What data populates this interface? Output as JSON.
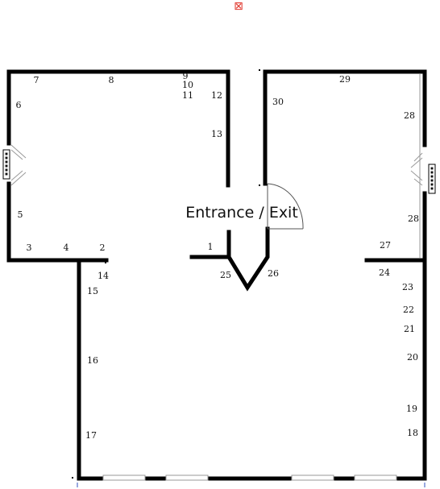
{
  "top_icon": {
    "glyph": "⊠",
    "color": "#e0352b",
    "name": "broken-image-icon"
  },
  "entrance_label": "Entrance / Exit",
  "spot_numbers": [
    "1",
    "2",
    "3",
    "4",
    "5",
    "6",
    "7",
    "8",
    "9",
    "10",
    "11",
    "12",
    "13",
    "14",
    "15",
    "16",
    "17",
    "18",
    "19",
    "20",
    "21",
    "22",
    "23",
    "24",
    "25",
    "26",
    "27",
    "28",
    "28",
    "29",
    "30"
  ],
  "colors": {
    "wall": "#000000",
    "door": "#555555",
    "window": "#999999",
    "text": "#111111"
  }
}
